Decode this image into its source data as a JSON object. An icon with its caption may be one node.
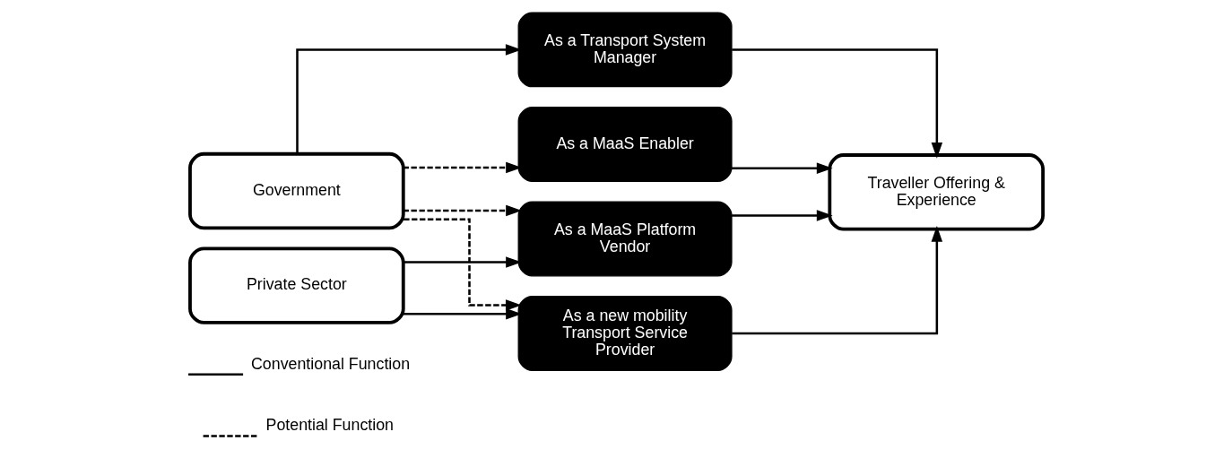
{
  "diagram": {
    "nodes": [
      {
        "text": [
          "Government"
        ]
      },
      {
        "text": [
          "Private Sector"
        ]
      },
      {
        "text": [
          "As a Transport System Manager"
        ]
      },
      {
        "text": [
          "As a MaaS Enabler"
        ]
      },
      {
        "text": [
          "As a MaaS Platform Vendor"
        ]
      },
      {
        "text": [
          "As a new mobility Transport Service Provider"
        ]
      },
      {
        "text": [
          "Traveller Offering & Experience"
        ]
      }
    ],
    "edges": [
      {
        "from": 0,
        "to": 2,
        "arrow": "to"
      },
      {
        "from": 0,
        "to": 3,
        "arrow": "to",
        "style": "dashed"
      },
      {
        "from": 0,
        "to": 4,
        "arrow": "to",
        "style": "dashed"
      },
      {
        "from": 0,
        "to": 5,
        "arrow": "to",
        "style": "dashed"
      },
      {
        "from": 1,
        "to": 4,
        "arrow": "to"
      },
      {
        "from": 1,
        "to": 5,
        "arrow": "to"
      },
      {
        "from": 2,
        "to": 6,
        "arrow": "to"
      },
      {
        "from": 3,
        "to": 6,
        "arrow": "to"
      },
      {
        "from": 4,
        "to": 6,
        "arrow": "to"
      },
      {
        "from": 5,
        "to": 6,
        "arrow": "to"
      }
    ],
    "legend": [
      {
        "text": "Conventional Function"
      },
      {
        "text": "Potential Function"
      }
    ]
  }
}
